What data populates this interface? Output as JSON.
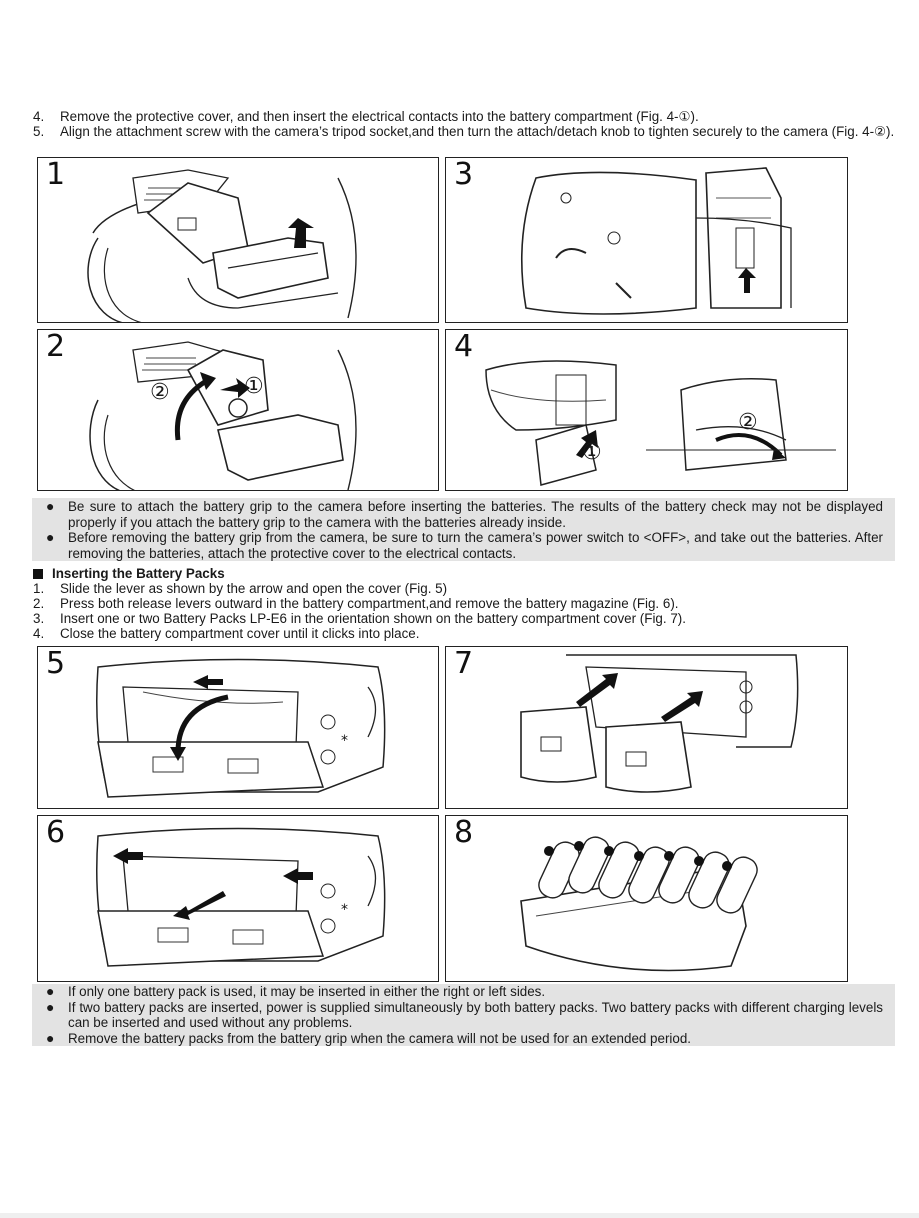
{
  "steps_top": [
    {
      "num": "4.",
      "text": "Remove the protective cover, and then insert the electrical contacts into the battery compartment (Fig. 4-①)."
    },
    {
      "num": "5.",
      "text": "Align the attachment screw with the camera’s tripod socket,and then turn the attach/detach knob to tighten securely to the camera (Fig. 4-②)."
    }
  ],
  "figures": {
    "f1": "1",
    "f2": "2",
    "f3": "3",
    "f4": "4",
    "f5": "5",
    "f6": "6",
    "f7": "7",
    "f8": "8",
    "callout_1": "①",
    "callout_2": "②"
  },
  "notes_top": [
    "Be sure to attach the battery grip to the camera before inserting the batteries. The results of the battery check may not be displayed properly if you attach the battery grip to the camera with the batteries already inside.",
    "Before removing the battery grip from the camera, be sure to turn the camera’s power switch to <OFF>, and take out the batteries. After removing the batteries, attach the protective cover to the electrical contacts."
  ],
  "section_heading": "Inserting the Battery Packs",
  "steps_mid": [
    {
      "num": "1.",
      "text": "Slide the lever as shown by the arrow and open the cover (Fig. 5)"
    },
    {
      "num": "2.",
      "text": "Press both release levers outward in the battery compartment,and remove the battery magazine (Fig. 6)."
    },
    {
      "num": "3.",
      "text": "Insert one or two Battery Packs LP-E6 in the orientation shown on the battery compartment cover (Fig. 7)."
    },
    {
      "num": "4.",
      "text": "Close the battery compartment cover until it clicks into place."
    }
  ],
  "notes_bottom": [
    "If only one battery pack is used, it may be inserted in either the right or left sides.",
    "If two battery packs are inserted, power is supplied simultaneously by both battery packs. Two battery packs with different charging levels can be inserted and used without any problems.",
    "Remove the battery packs from the battery grip when the camera will not be used for an extended period."
  ],
  "bullet_glyph": "●"
}
